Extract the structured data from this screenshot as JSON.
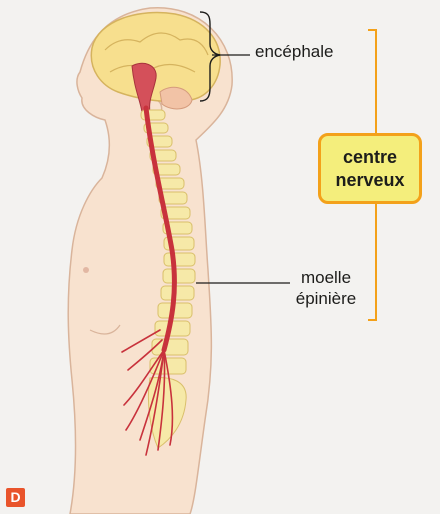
{
  "labels": {
    "encephale": "encéphale",
    "moelle_line1": "moelle",
    "moelle_line2": "épinière",
    "centre_line1": "centre",
    "centre_line2": "nerveux"
  },
  "figure_letter": "D",
  "colors": {
    "skin": "#f8e2cf",
    "skin_outline": "#d9b49b",
    "brain": "#f7df8e",
    "vertebra": "#f6e9a8",
    "nerve": "#c8323c",
    "bracket_orange": "#f3a11a",
    "box_fill": "#f4ee7c",
    "letter_badge": "#e9542b"
  }
}
